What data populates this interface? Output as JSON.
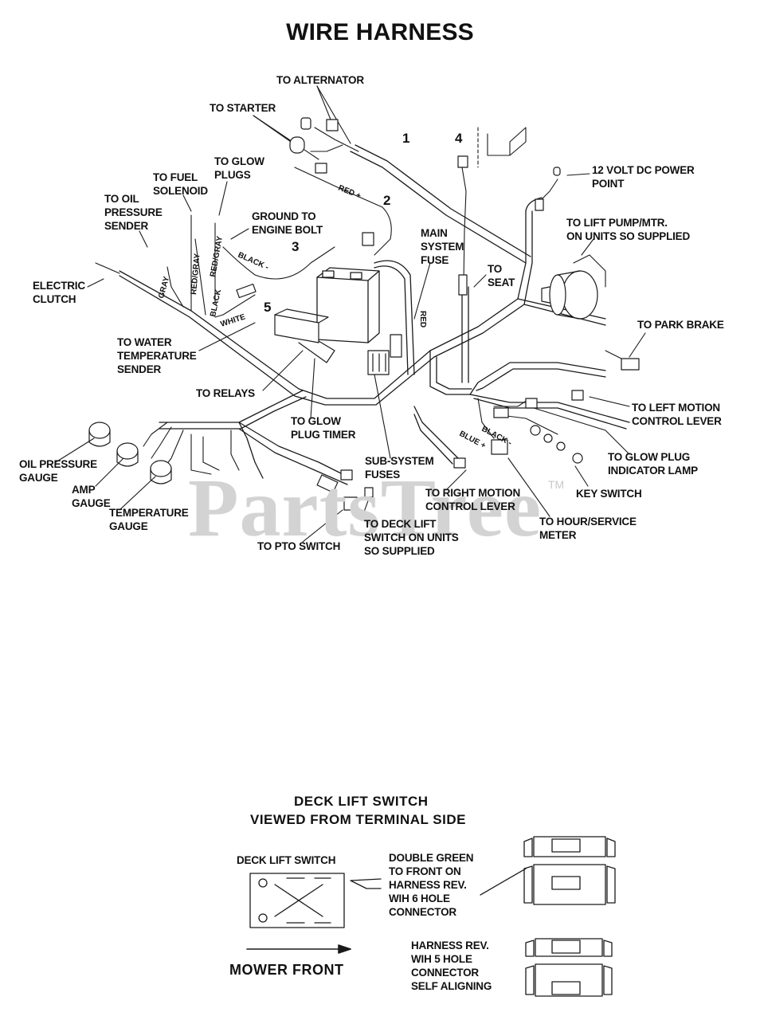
{
  "title": "WIRE HARNESS",
  "watermark": {
    "text": "PartsTree",
    "tm": "TM"
  },
  "callouts": {
    "to_alternator": "TO ALTERNATOR",
    "to_starter": "TO STARTER",
    "to_glow_plugs": "TO GLOW\nPLUGS",
    "to_fuel_solenoid": "TO FUEL\nSOLENOID",
    "to_oil_pressure_sender": "TO OIL\nPRESSURE\nSENDER",
    "ground_to_engine_bolt": "GROUND TO\nENGINE BOLT",
    "electric_clutch": "ELECTRIC\nCLUTCH",
    "to_water_temperature_sender": "TO WATER\nTEMPERATURE\nSENDER",
    "to_relays": "TO RELAYS",
    "to_glow_plug_timer": "TO GLOW\nPLUG TIMER",
    "main_system_fuse": "MAIN\nSYSTEM\nFUSE",
    "to_seat": "TO\nSEAT",
    "volt_power_point": "12 VOLT DC POWER\nPOINT",
    "to_lift_pump": "TO LIFT PUMP/MTR.\nON UNITS SO SUPPLIED",
    "to_park_brake": "TO PARK BRAKE",
    "to_left_motion": "TO LEFT MOTION\nCONTROL LEVER",
    "to_glow_plug_indicator": "TO GLOW PLUG\nINDICATOR LAMP",
    "key_switch": "KEY SWITCH",
    "to_hour_meter": "TO HOUR/SERVICE\nMETER",
    "to_right_motion": "TO RIGHT MOTION\nCONTROL LEVER",
    "sub_system_fuses": "SUB-SYSTEM\nFUSES",
    "to_deck_lift": "TO DECK LIFT\nSWITCH ON UNITS\nSO SUPPLIED",
    "to_pto_switch": "TO PTO SWITCH",
    "oil_pressure_gauge": "OIL PRESSURE\nGAUGE",
    "amp_gauge": "AMP\nGAUGE",
    "temperature_gauge": "TEMPERATURE\nGAUGE"
  },
  "part_numbers": [
    "1",
    "2",
    "3",
    "4",
    "5"
  ],
  "wire_labels": {
    "red_plus": "RED +",
    "black_minus": "BLACK -",
    "red": "RED",
    "gray": "GRAY",
    "red_gray_1": "RED/GRAY",
    "red_gray_2": "RED/GRAY",
    "black": "BLACK",
    "white": "WHITE",
    "black_minus_2": "BLACK -",
    "blue_plus": "BLUE +"
  },
  "deck_section": {
    "title_line1": "DECK LIFT SWITCH",
    "title_line2": "VIEWED FROM TERMINAL SIDE",
    "switch_label": "DECK LIFT SWITCH",
    "double_green": "DOUBLE GREEN\nTO FRONT ON\nHARNESS REV.\nWIH 6 HOLE\nCONNECTOR",
    "harness_rev": "HARNESS REV.\nWIH 5 HOLE\nCONNECTOR\nSELF ALIGNING",
    "mower_front": "MOWER  FRONT"
  }
}
